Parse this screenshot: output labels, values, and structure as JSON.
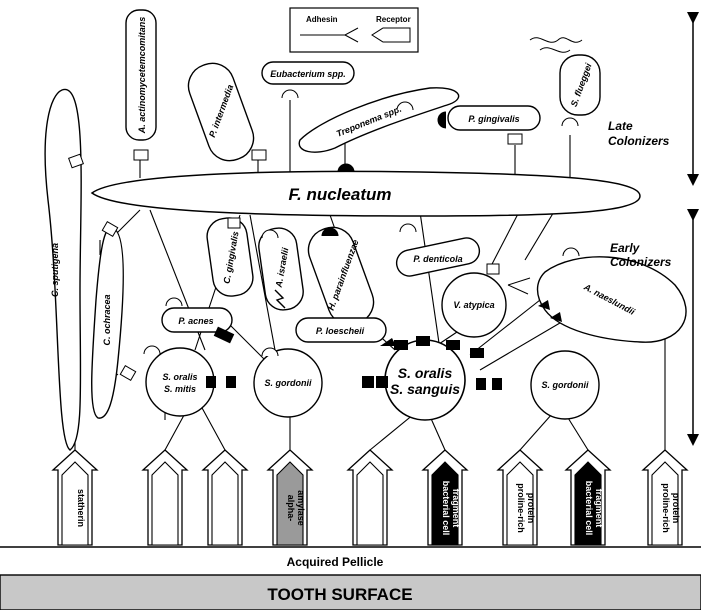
{
  "legend": {
    "adhesin": "Adhesin",
    "receptor": "Receptor"
  },
  "labels": {
    "late_colonizers": [
      "Late",
      "Colonizers"
    ],
    "early_colonizers": [
      "Early",
      "Colonizers"
    ],
    "acquired_pellicle": "Acquired Pellicle",
    "tooth_surface": "TOOTH SURFACE"
  },
  "organisms": {
    "f_nucleatum": "F. nucleatum",
    "c_sputigena": "C. sputigena",
    "a_actinomycetemcomitans": "A. actinomycetemcomitans",
    "p_intermedia": "P. intermedia",
    "eubacterium": "Eubacterium spp.",
    "treponema": "Treponema spp.",
    "p_gingivalis": "P. gingivalis",
    "s_flueggei": "S. flueggei",
    "c_ochracea": "C. ochracea",
    "c_gingivalis": "C. gingivalis",
    "a_israelii": "A. israelii",
    "h_parainfluenzae": "H. parainfluenzae",
    "p_denticola": "P. denticola",
    "v_atypica": "V. atypica",
    "a_naeslundii": "A. naeslundii",
    "p_acnes": "P. acnes",
    "p_loescheii": "P. loescheii",
    "s_oralis_mitis": [
      "S. oralis",
      "S. mitis"
    ],
    "s_gordonii_left": "S. gordonii",
    "s_oralis_sanguis": [
      "S. oralis",
      "S. sanguis"
    ],
    "s_gordonii_right": "S. gordonii"
  },
  "pellicle_receptors": [
    {
      "text": [
        "statherin"
      ],
      "style": "plain"
    },
    {
      "text": [],
      "style": "plain"
    },
    {
      "text": [],
      "style": "plain"
    },
    {
      "text": [
        "alpha-",
        "amylase"
      ],
      "style": "gray"
    },
    {
      "text": [],
      "style": "plain"
    },
    {
      "text": [
        "bacterial cell",
        "fragment"
      ],
      "style": "dark"
    },
    {
      "text": [
        "proline-rich",
        "protein"
      ],
      "style": "plain"
    },
    {
      "text": [
        "bacterial cell",
        "fragment"
      ],
      "style": "dark"
    },
    {
      "text": [
        "proline-rich",
        "protein"
      ],
      "style": "plain"
    }
  ]
}
